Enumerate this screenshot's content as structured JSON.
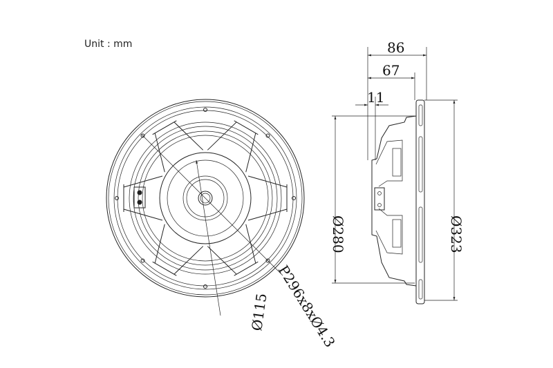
{
  "unit_label": "Unit : mm",
  "front_view": {
    "bolt_pattern_label": "P296x8xØ4.3",
    "magnet_diameter_label": "Ø115"
  },
  "side_view": {
    "total_depth_label": "86",
    "body_depth_label": "67",
    "rear_offset_label": "11",
    "baffle_cutout_label": "Ø280",
    "outer_diameter_label": "Ø323"
  }
}
